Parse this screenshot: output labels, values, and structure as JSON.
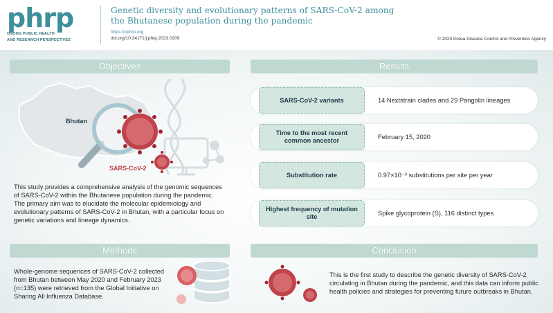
{
  "header": {
    "logo_word": "phrp",
    "logo_sub_1": "OSONG PUBLIC HEALTH",
    "logo_sub_2": "AND RESEARCH PERSPECTIVES",
    "title": "Genetic diversity and evolutionary patterns of SARS-CoV-2 among the Bhutanese population during the pandemic",
    "url": "https://ophrp.org",
    "doi": "doi.org/10.24171/j.phrp.2023.0209",
    "copyright": "© 2023 Korea Disease Control and Prevention Agency"
  },
  "objectives": {
    "heading": "Objectives",
    "map_label": "Bhutan",
    "virus_label": "SARS-CoV-2",
    "text": "This study provides a comprehensive analysis of the genomic sequences of SARS-CoV-2 within the Bhutanese population during the pandemic. The primary aim was to elucidate the molecular epidemiology and evolutionary patterns of SARS-CoV-2 in Bhutan, with a particular focus on genetic variations and lineage dynamics."
  },
  "methods": {
    "heading": "Methods",
    "text": "Whole-genome sequences of SARS-CoV-2 collected from Bhutan between May 2020 and February 2023 (n=135) were retrieved from the Global Initiative on Sharing All Influenza Database."
  },
  "results": {
    "heading": "Results",
    "rows": [
      {
        "label": "SARS-CoV-2 variants",
        "value": "14 Nextstrain clades and 29 Pangolin lineages"
      },
      {
        "label": "Time to the most recent common ancestor",
        "value": "February 15, 2020"
      },
      {
        "label": "Substitution rate",
        "value": "0.97×10⁻³ substitutions per site per year"
      },
      {
        "label": "Highest frequency of mutation site",
        "value": "Spike glycoprotein (S), 116 distinct types"
      }
    ]
  },
  "conclusion": {
    "heading": "Conclusion",
    "text": "This is the first study to describe the genetic diversity of SARS-CoV-2 circulating in Bhutan during the pandemic, and this data can inform public health policies and strategies for preventing future outbreaks in Bhutan."
  },
  "colors": {
    "accent": "#3d8f9c",
    "section_header": "#bfd9d2",
    "virus_red": "#c0424a"
  }
}
